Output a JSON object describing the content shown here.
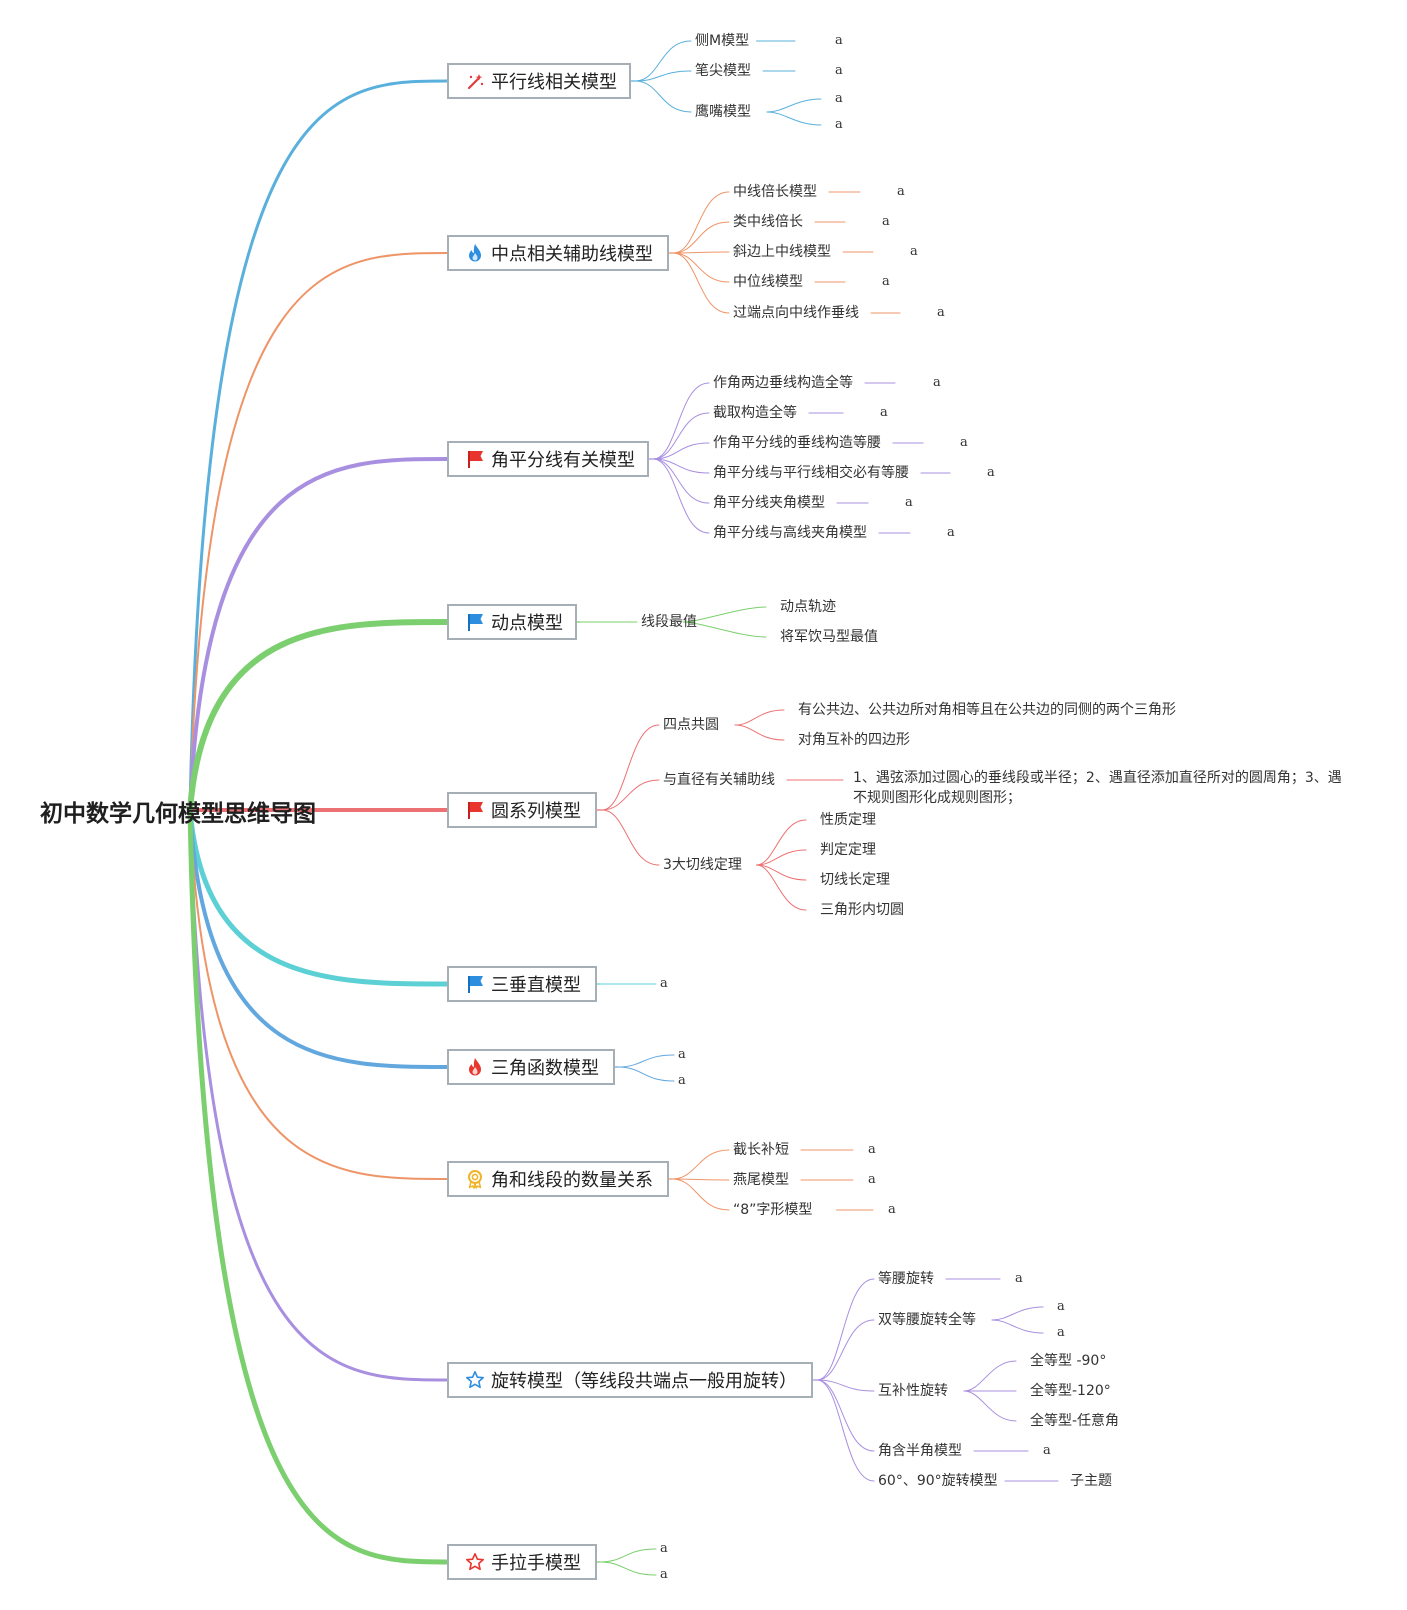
{
  "title": "初中数学几何模型思维导图",
  "colors": {
    "blue": "#5ab0dc",
    "orange": "#ee9467",
    "purple": "#a98fe0",
    "green": "#7ccf6e",
    "red": "#ec7172",
    "teal": "#5dd0d6",
    "steel": "#62a7de"
  },
  "branches": [
    {
      "label": "平行线相关模型",
      "icon": "wand-icon",
      "children": [
        {
          "label": "侧M模型",
          "leaves": [
            "a"
          ]
        },
        {
          "label": "笔尖模型",
          "leaves": [
            "a"
          ]
        },
        {
          "label": "鹰嘴模型",
          "leaves": [
            "a",
            "a"
          ]
        }
      ]
    },
    {
      "label": "中点相关辅助线模型",
      "icon": "flame-blue-icon",
      "children": [
        {
          "label": "中线倍长模型",
          "leaves": [
            "a"
          ]
        },
        {
          "label": "类中线倍长",
          "leaves": [
            "a"
          ]
        },
        {
          "label": "斜边上中线模型",
          "leaves": [
            "a"
          ]
        },
        {
          "label": "中位线模型",
          "leaves": [
            "a"
          ]
        },
        {
          "label": "过端点向中线作垂线",
          "leaves": [
            "a"
          ]
        }
      ]
    },
    {
      "label": "角平分线有关模型",
      "icon": "red-flag-icon",
      "children": [
        {
          "label": "作角两边垂线构造全等",
          "leaves": [
            "a"
          ]
        },
        {
          "label": "截取构造全等",
          "leaves": [
            "a"
          ]
        },
        {
          "label": "作角平分线的垂线构造等腰",
          "leaves": [
            "a"
          ]
        },
        {
          "label": "角平分线与平行线相交必有等腰",
          "leaves": [
            "a"
          ]
        },
        {
          "label": "角平分线夹角模型",
          "leaves": [
            "a"
          ]
        },
        {
          "label": "角平分线与高线夹角模型",
          "leaves": [
            "a"
          ]
        }
      ]
    },
    {
      "label": "动点模型",
      "icon": "blue-flag-icon",
      "children": [
        {
          "label": "线段最值",
          "leaves": [
            "动点轨迹",
            "将军饮马型最值"
          ]
        }
      ]
    },
    {
      "label": "圆系列模型",
      "icon": "red-flag-icon",
      "children": [
        {
          "label": "四点共圆",
          "leaves": [
            "有公共边、公共边所对角相等且在公共边的同侧的两个三角形",
            "对角互补的四边形"
          ]
        },
        {
          "label": "与直径有关辅助线",
          "leaves": [
            "1、遇弦添加过圆心的垂线段或半径；2、遇直径添加直径所对的圆周角；3、遇不规则图形化成规则图形；"
          ]
        },
        {
          "label": "3大切线定理",
          "leaves": [
            "性质定理",
            "判定定理",
            "切线长定理",
            "三角形内切圆"
          ]
        }
      ]
    },
    {
      "label": "三垂直模型",
      "icon": "blue-flag-icon",
      "children": [
        {
          "label": "a"
        }
      ]
    },
    {
      "label": "三角函数模型",
      "icon": "flame-red-icon",
      "children": [
        {
          "label": "a"
        },
        {
          "label": "a"
        }
      ]
    },
    {
      "label": "角和线段的数量关系",
      "icon": "medal-icon",
      "children": [
        {
          "label": "截长补短",
          "leaves": [
            "a"
          ]
        },
        {
          "label": "燕尾模型",
          "leaves": [
            "a"
          ]
        },
        {
          "label": "“8”字形模型",
          "leaves": [
            "a"
          ]
        }
      ]
    },
    {
      "label": "旋转模型（等线段共端点一般用旋转）",
      "icon": "star-blue-icon",
      "children": [
        {
          "label": "等腰旋转",
          "leaves": [
            "a"
          ]
        },
        {
          "label": "双等腰旋转全等",
          "leaves": [
            "a",
            "a"
          ]
        },
        {
          "label": "互补性旋转",
          "leaves": [
            "全等型 -90°",
            "全等型-120°",
            "全等型-任意角"
          ]
        },
        {
          "label": "角含半角模型",
          "leaves": [
            "a"
          ]
        },
        {
          "label": "60°、90°旋转模型",
          "leaves": [
            "子主题"
          ]
        }
      ]
    },
    {
      "label": "手拉手模型",
      "icon": "star-red-icon",
      "children": [
        {
          "label": "a"
        },
        {
          "label": "a"
        }
      ]
    }
  ]
}
